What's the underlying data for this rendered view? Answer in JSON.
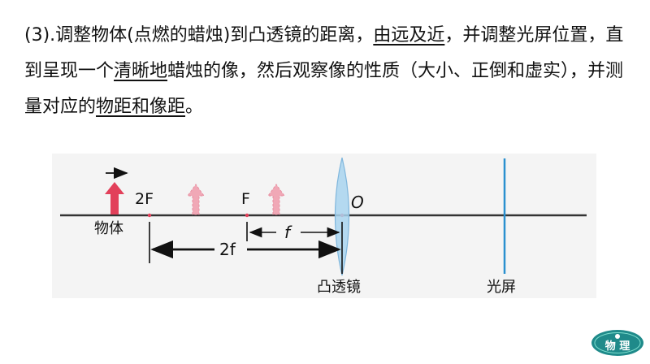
{
  "text": {
    "p1": "(3).调整物体(点燃的蜡烛)到凸透镜的距离，",
    "u1": "由远及近",
    "p2": "，并调整光屏位置，直到呈现一个",
    "u2": "清晰地",
    "p3": "蜡烛的像，然后观察像的性质（大小、正倒和虚实），并测量对应的",
    "u3": "物距和像距",
    "p4": "。"
  },
  "diagram": {
    "label_2F": "2F",
    "label_F": "F",
    "label_O": "O",
    "label_f": "f",
    "label_2f": "2f",
    "label_object": "物体",
    "label_lens": "凸透镜",
    "label_screen": "光屏"
  },
  "badge": {
    "text": "物 理"
  },
  "colors": {
    "object": "#e2405a",
    "faded_candle": "#f0a8b6",
    "lens": "#a8d4ef",
    "screen": "#2a90cf",
    "badge": "#1f8a8a"
  }
}
